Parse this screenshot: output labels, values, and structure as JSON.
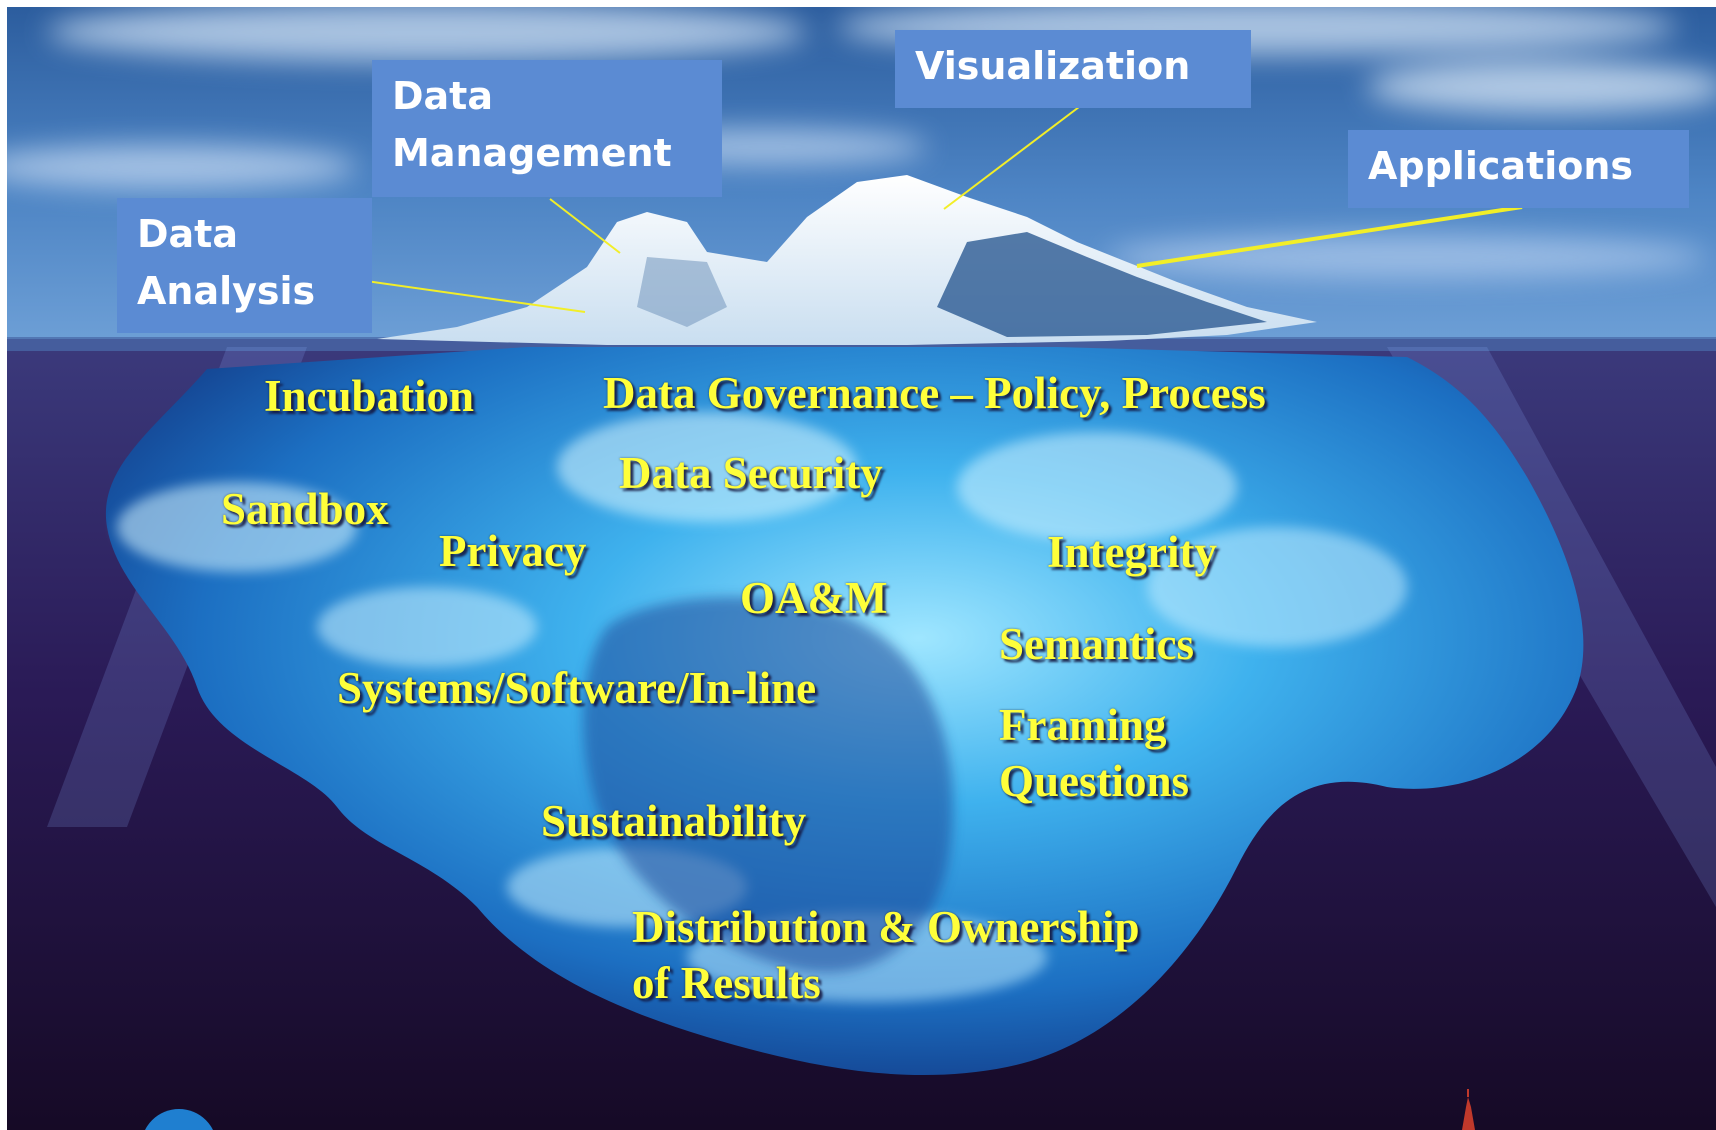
{
  "above_water": {
    "data_analysis": "Data\nAnalysis",
    "data_management": "Data\nManagement",
    "visualization": "Visualization",
    "applications": "Applications"
  },
  "below_water": {
    "incubation": "Incubation",
    "data_governance": "Data Governance – Policy, Process",
    "data_security": "Data Security",
    "sandbox": "Sandbox",
    "privacy": "Privacy",
    "integrity": "Integrity",
    "oam": "OA&M",
    "semantics": "Semantics",
    "systems_software": "Systems/Software/In-line",
    "framing_questions": "Framing\nQuestions",
    "sustainability": "Sustainability",
    "distribution": "Distribution & Ownership\n of Results"
  },
  "colors": {
    "callout_fill": "#5b8bd3",
    "callout_text": "#ffffff",
    "label_text": "#ffff3a",
    "leader_line": "#f2ee28",
    "sky": "#3e6fb0",
    "water": "#2a1446"
  }
}
